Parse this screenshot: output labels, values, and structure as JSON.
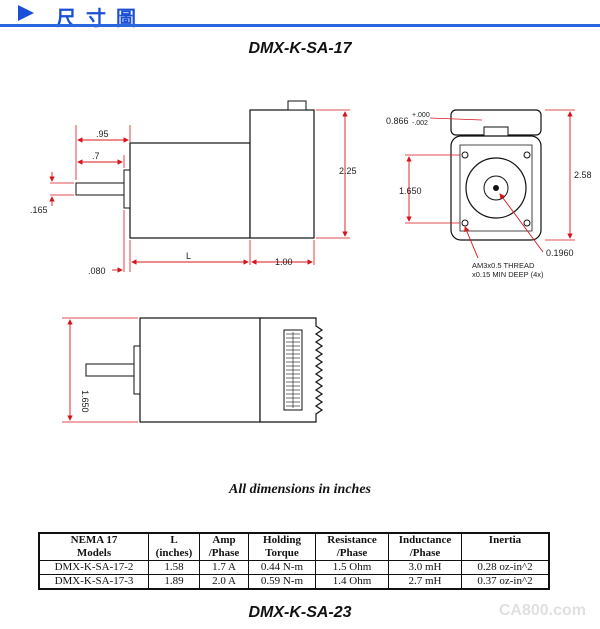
{
  "header": {
    "title": "尺寸圖"
  },
  "section_title_1": "DMX-K-SA-17",
  "section_title_2": "DMX-K-SA-23",
  "dimensions": {
    "d095": ".95",
    "d07": ".7",
    "d165": ".165",
    "d080": ".080",
    "dL": "L",
    "d100": "1.00",
    "d225": "2.25",
    "d0866": "0.866",
    "tol_plus": "+.000",
    "tol_minus": "-.002",
    "d1650": "1.650",
    "d258": "2.58",
    "d01960": "0.1960",
    "thread1": "AM3x0.5 THREAD",
    "thread2": "x0.15 MIN DEEP (4x)",
    "d1650b": "1.650"
  },
  "caption": "All dimensions in inches",
  "table": {
    "headers": [
      [
        "NEMA 17",
        "Models"
      ],
      [
        "L",
        "(inches)"
      ],
      [
        "Amp",
        "/Phase"
      ],
      [
        "Holding",
        "Torque"
      ],
      [
        "Resistance",
        "/Phase"
      ],
      [
        "Inductance",
        "/Phase"
      ],
      [
        "Inertia",
        ""
      ]
    ],
    "rows": [
      [
        "DMX-K-SA-17-2",
        "1.58",
        "1.7 A",
        "0.44 N-m",
        "1.5 Ohm",
        "3.0 mH",
        "0.28 oz-in^2"
      ],
      [
        "DMX-K-SA-17-3",
        "1.89",
        "2.0 A",
        "0.59 N-m",
        "1.4 Ohm",
        "2.7 mH",
        "0.37 oz-in^2"
      ]
    ]
  },
  "watermark": "CA800.com"
}
